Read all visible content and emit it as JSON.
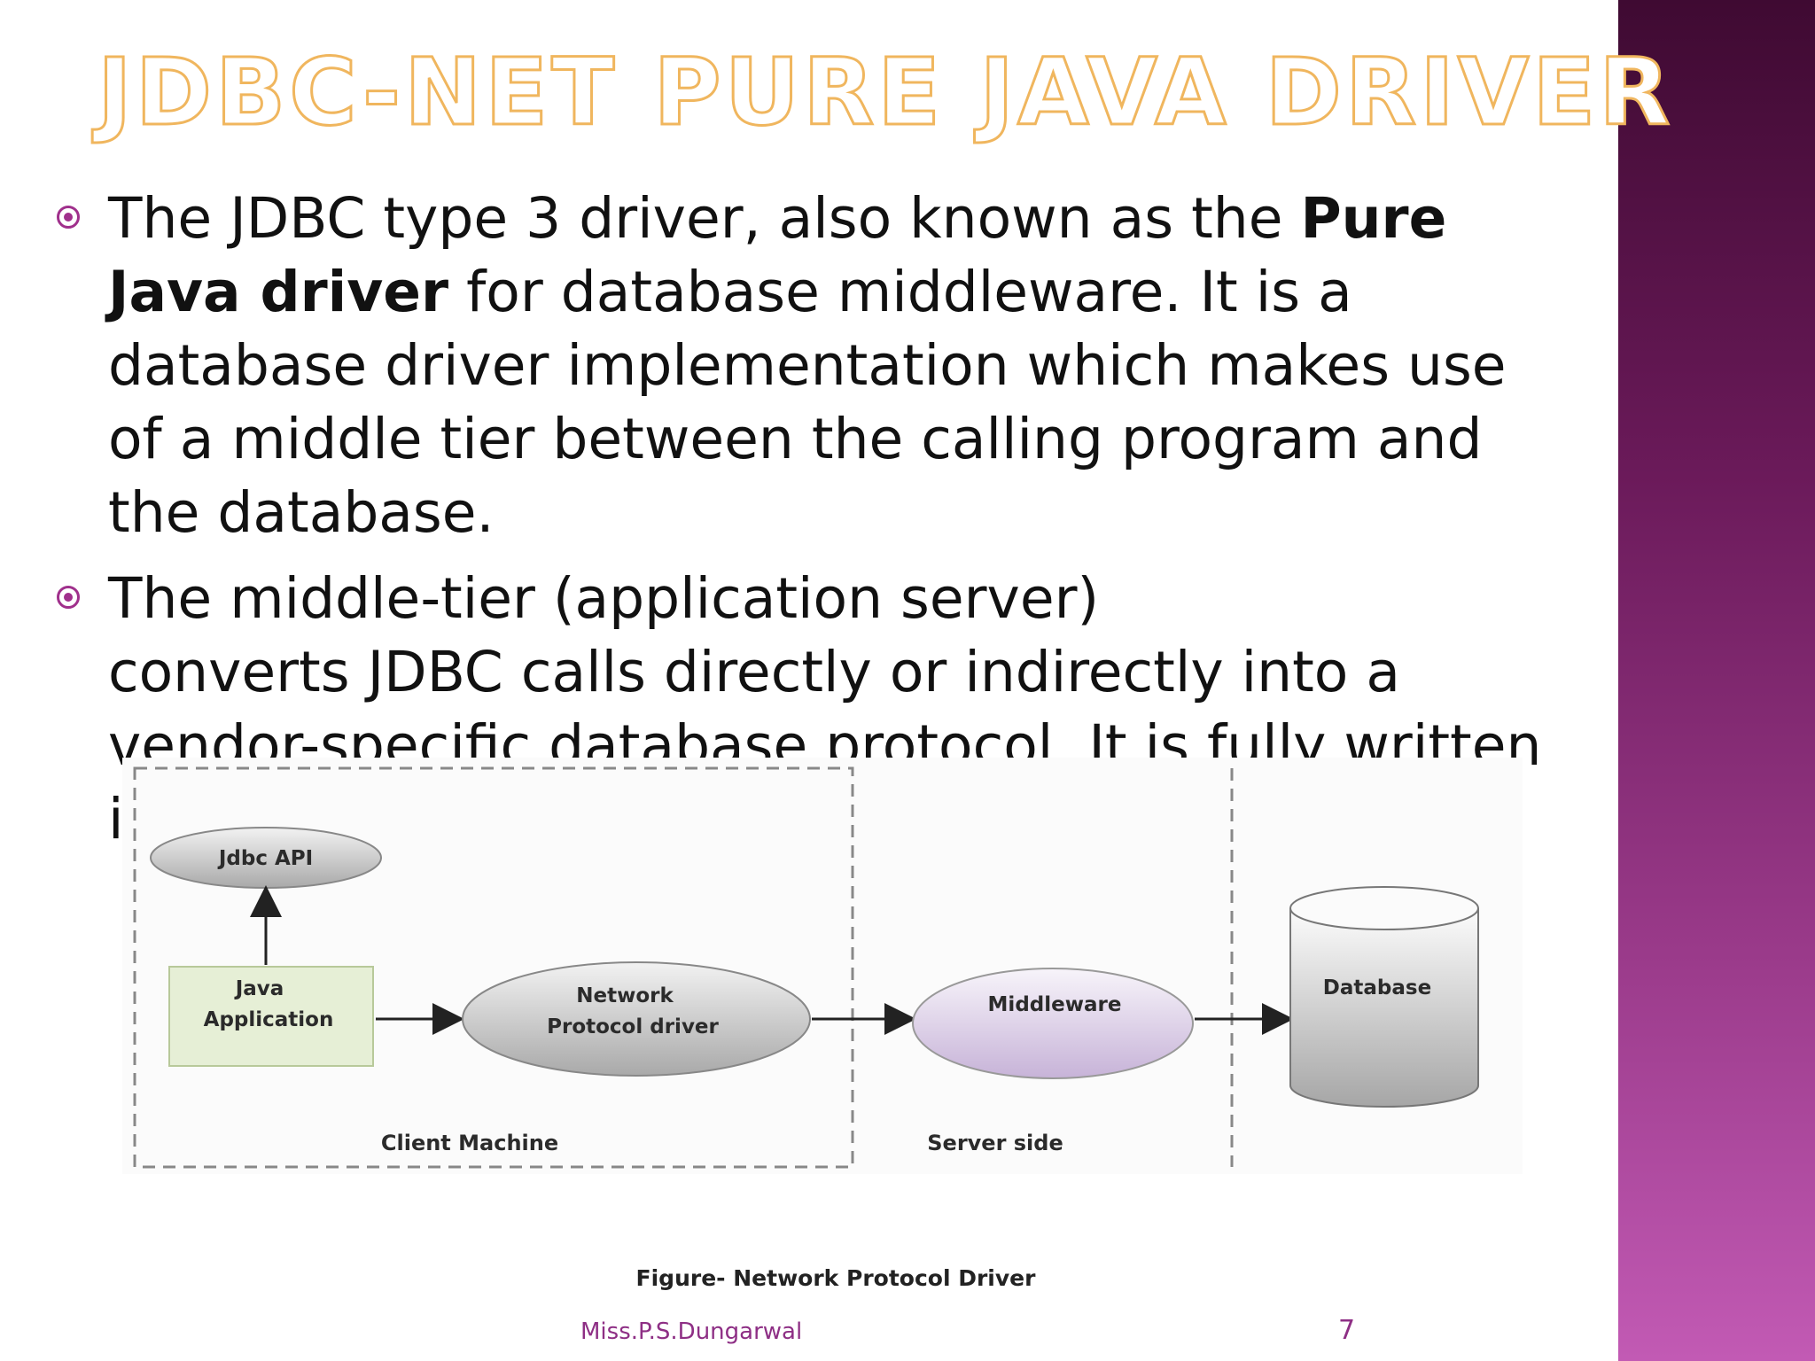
{
  "slide": {
    "title": "JDBC-NET PURE JAVA DRIVER",
    "bullets": [
      {
        "before": "The JDBC type 3 driver, also known as the ",
        "bold": "Pure Java driver",
        "after": " for database middleware. It is a database driver implementation which makes use of a middle tier between the calling program and the database."
      },
      {
        "line1": "The middle-tier (application server)",
        "line2": "converts JDBC calls directly or indirectly into a vendor-specific database protocol. It is fully written in java."
      }
    ]
  },
  "diagram": {
    "jdbc_api": "Jdbc API",
    "java_app_line1": "Java",
    "java_app_line2": "Application",
    "network_line1": "Network",
    "network_line2": "Protocol driver",
    "middleware": "Middleware",
    "database": "Database",
    "client_machine": "Client Machine",
    "server_side": "Server side",
    "caption": "Figure- Network Protocol Driver"
  },
  "footer": {
    "author": "Miss.P.S.Dungarwal",
    "page_number": "7"
  },
  "colors": {
    "title_outline": "#f0b65e",
    "accent": "#a0308c",
    "side_band_top": "#3f0a32",
    "side_band_bottom": "#c25ab4"
  }
}
